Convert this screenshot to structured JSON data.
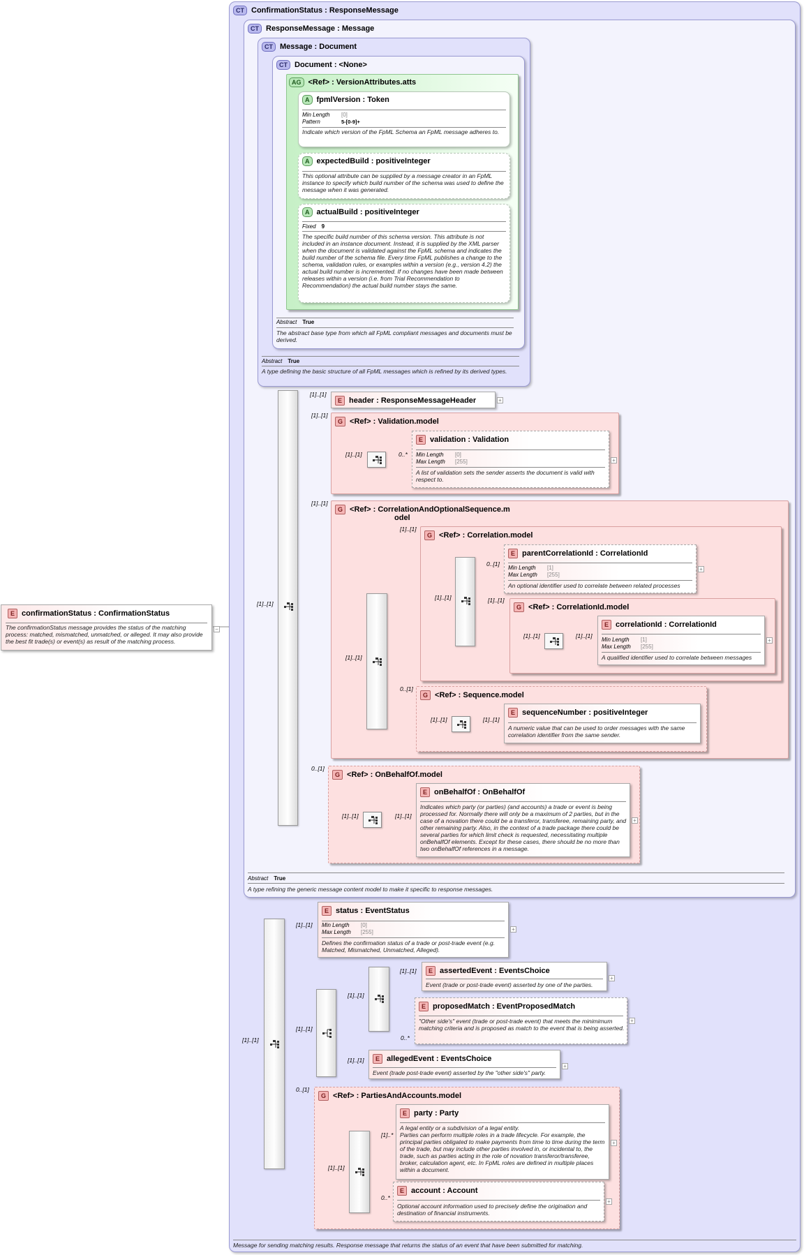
{
  "root": {
    "badge": "E",
    "title": "confirmationStatus : ConfirmationStatus",
    "desc": "The confirmationStatus message provides the status of the matching process: matched, mismatched, unmatched, or alleged. It may also provide the best fit trade(s) or event(s) as result of the matching process."
  },
  "ct_confirmation": {
    "badge": "CT",
    "title": "ConfirmationStatus : ResponseMessage",
    "desc": "Message for sending matching results. Response message that returns the status of an event that have been submitted for matching."
  },
  "ct_response": {
    "badge": "CT",
    "title": "ResponseMessage : Message",
    "abstract_label": "Abstract",
    "abstract_value": "True",
    "desc": "A type refining the generic message content model to make it specific to response messages."
  },
  "ct_message": {
    "badge": "CT",
    "title": "Message : Document",
    "abstract_label": "Abstract",
    "abstract_value": "True",
    "desc": "A type defining the basic structure of all FpML messages which is refined by its derived types."
  },
  "ct_document": {
    "badge": "CT",
    "title": "Document : <None>",
    "abstract_label": "Abstract",
    "abstract_value": "True",
    "desc": "The abstract base type from which all FpML compliant messages and documents must be derived."
  },
  "ag_version": {
    "badge": "AG",
    "title": "<Ref>      : VersionAttributes.atts"
  },
  "attr_fpml": {
    "badge": "A",
    "title": "fpmlVersion : Token",
    "p1_label": "Min Length",
    "p1_value": "[0]",
    "p2_label": "Pattern",
    "p2_value": "5-[0-9]+",
    "desc": "Indicate which version of the FpML Schema an FpML message adheres to."
  },
  "attr_expected": {
    "badge": "A",
    "title": "expectedBuild : positiveInteger",
    "desc": "This optional attribute can be supplied by a message creator in an FpML instance to specify which build number of the schema was used to define the message when it was generated."
  },
  "attr_actual": {
    "badge": "A",
    "title": "actualBuild : positiveInteger",
    "p1_label": "Fixed",
    "p1_value": "9",
    "desc": "The specific build number of this schema version. This attribute is not included in an instance document. Instead, it is supplied by the XML parser when the document is validated against the FpML schema and indicates the build number of the schema file. Every time FpML publishes a change to the schema, validation rules, or examples within a version (e.g., version 4.2) the actual build number is incremented. If no changes have been made between releases within a version (i.e. from Trial Recommendation to Recommendation) the actual build number stays the same."
  },
  "el_header": {
    "badge": "E",
    "title": "header    : ResponseMessageHeader",
    "card": "[1]..[1]"
  },
  "grp_validation": {
    "badge": "G",
    "title": "<Ref>      : Validation.model",
    "card": "[1]..[1]",
    "seq_card": "[1]..[1]",
    "el": {
      "badge": "E",
      "title": "validation : Validation",
      "card": "0..*",
      "p1_label": "Min Length",
      "p1_value": "[0]",
      "p2_label": "Max Length",
      "p2_value": "[255]",
      "desc": "A list of validation sets the sender asserts the document is valid with respect to."
    }
  },
  "grp_corropt": {
    "badge": "G",
    "title": "<Ref>      : CorrelationAndOptionalSequence.m",
    "title2": "odel",
    "card": "[1]..[1]",
    "seq_card": "[1]..[1]"
  },
  "grp_correlation": {
    "badge": "G",
    "title": "<Ref>      : Correlation.model",
    "card": "[1]..[1]",
    "seq_card": "[1]..[1]"
  },
  "el_parentcorr": {
    "badge": "E",
    "title": "parentCorrelationId : CorrelationId",
    "card": "0..[1]",
    "p1_label": "Min Length",
    "p1_value": "[1]",
    "p2_label": "Max Length",
    "p2_value": "[255]",
    "desc": "An optional identifier used to correlate between related processes"
  },
  "grp_corrid": {
    "badge": "G",
    "title": "<Ref>      : CorrelationId.model",
    "card": "[1]..[1]",
    "seq_card": "[1]..[1]"
  },
  "el_corrid": {
    "badge": "E",
    "title": "correlationId : CorrelationId",
    "card": "[1]..[1]",
    "p1_label": "Min Length",
    "p1_value": "[1]",
    "p2_label": "Max Length",
    "p2_value": "[255]",
    "desc": "A qualified identifier used to correlate between messages"
  },
  "grp_sequence": {
    "badge": "G",
    "title": "<Ref>      : Sequence.model",
    "card": "0..[1]",
    "seq_card": "[1]..[1]"
  },
  "el_seqnum": {
    "badge": "E",
    "title": "sequenceNumber : positiveInteger",
    "card": "[1]..[1]",
    "desc": "A numeric value that can be used to order messages with the same correlation identifier from the same sender."
  },
  "grp_onbehalf": {
    "badge": "G",
    "title": "<Ref>      : OnBehalfOf.model",
    "card": "0..[1]",
    "seq_card": "[1]..[1]"
  },
  "el_onbehalf": {
    "badge": "E",
    "title": "onBehalfOf : OnBehalfOf",
    "card": "[1]..[1]",
    "desc": "Indicates which party (or parties) (and accounts) a trade or event is being processed for. Normally there will only be a maximum of 2 parties, but in the case of a novation there could be a transferor, transferee, remaining party, and other remaining party. Also, in the context of a trade package there could be several parties for which limit check is requested, necessitating multiple onBehalfOf elements. Except for these cases, there should be no more than two onBehalfOf references in a message."
  },
  "response_seq_card": "[1]..[1]",
  "conf_seq_card": "[1]..[1]",
  "el_status": {
    "badge": "E",
    "title": "status     : EventStatus",
    "card": "[1]..[1]",
    "p1_label": "Min Length",
    "p1_value": "[0]",
    "p2_label": "Max Length",
    "p2_value": "[255]",
    "desc": "Defines the confirmation status of a trade or post-trade event (e.g. Matched, Mismatched, Unmatched, Alleged)."
  },
  "choice_card": "[1]..[1]",
  "seq_asserted_card": "[1]..[1]",
  "el_asserted": {
    "badge": "E",
    "title": "assertedEvent : EventsChoice",
    "card": "[1]..[1]",
    "desc": "Event (trade or post-trade event) asserted by one of the parties."
  },
  "el_proposed": {
    "badge": "E",
    "title": "proposedMatch : EventProposedMatch",
    "card": "0..*",
    "desc": "\"Other side's\" event (trade or post-trade event) that meets the minimimum matching criteria and is proposed as match to the event that is being asserted."
  },
  "el_alleged": {
    "badge": "E",
    "title": "allegedEvent : EventsChoice",
    "card": "[1]..[1]",
    "desc": "Event (trade post-trade event) asserted by the \"other side's\" party."
  },
  "grp_parties": {
    "badge": "G",
    "title": "<Ref>      : PartiesAndAccounts.model",
    "card": "0..[1]",
    "seq_card": "[1]..[1]"
  },
  "el_party": {
    "badge": "E",
    "title": "party      : Party",
    "card": "[1]..*",
    "desc": "A legal entity or a subdivision of a legal entity.\nParties can perform multiple roles in a trade lifecycle. For example, the principal parties obligated to make payments from time to time during the term of the trade, but may include other parties involved in, or incidental to, the trade, such as parties acting in the role of novation transferor/transferee, broker, calculation agent, etc. In FpML roles are defined in multiple places within a document."
  },
  "el_account": {
    "badge": "E",
    "title": "account  : Account",
    "card": "0..*",
    "desc": "Optional account information used to precisely define the origination and destination of financial instruments."
  },
  "colors": {
    "ct_fill": "#e1e1fb",
    "group_fill": "#fde0e0",
    "attr_group_fill": "#c6f0c6"
  }
}
